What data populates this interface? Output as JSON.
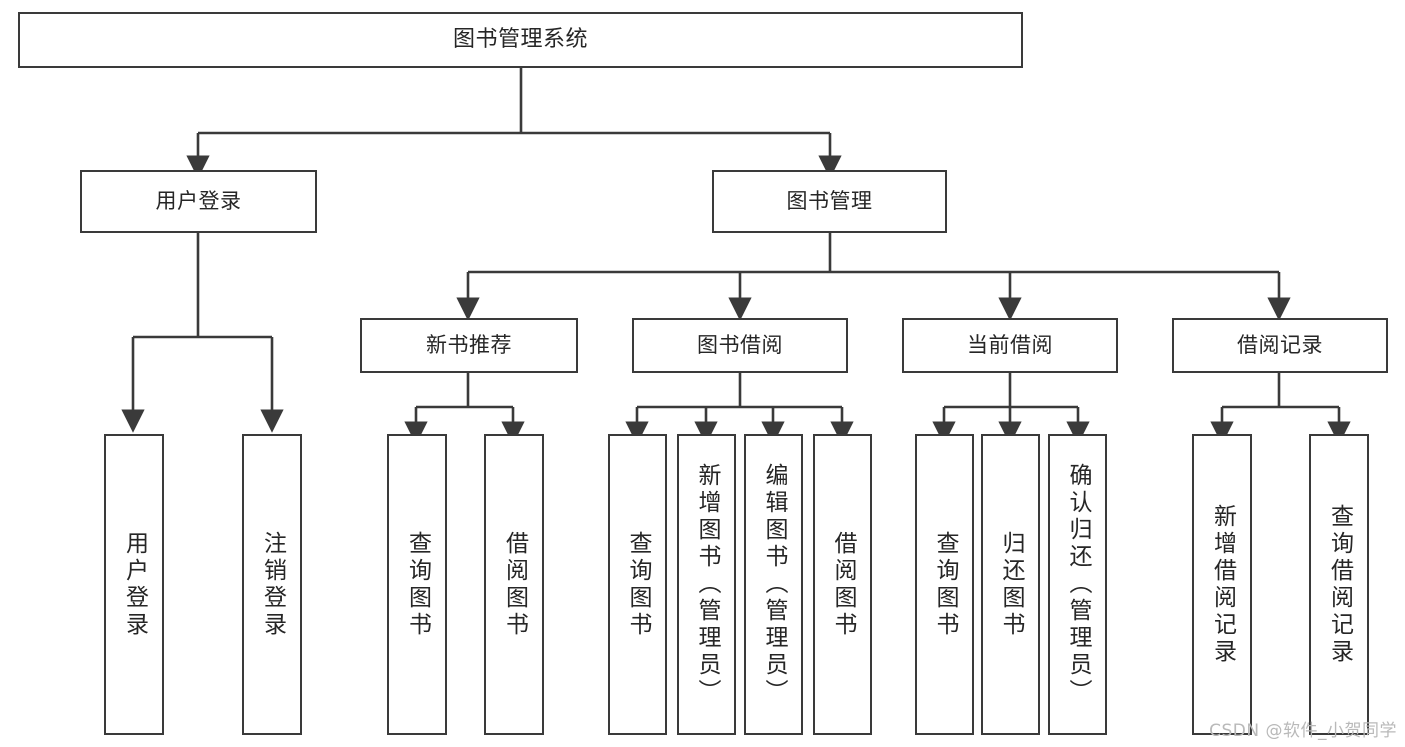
{
  "title": "图书管理系统",
  "diagram": {
    "type": "tree",
    "orientation": "top-down",
    "line_color": "#3a3a3a",
    "box_fill": "#ffffff",
    "text_color": "#262626",
    "root": {
      "label": "图书管理系统",
      "children": [
        {
          "label": "用户登录",
          "children": [
            {
              "label": "用户登录"
            },
            {
              "label": "注销登录"
            }
          ]
        },
        {
          "label": "图书管理",
          "children": [
            {
              "label": "新书推荐",
              "children": [
                {
                  "label": "查询图书"
                },
                {
                  "label": "借阅图书"
                }
              ]
            },
            {
              "label": "图书借阅",
              "children": [
                {
                  "label": "查询图书"
                },
                {
                  "label": "新增图书（管理员）"
                },
                {
                  "label": "编辑图书（管理员）"
                },
                {
                  "label": "借阅图书"
                }
              ]
            },
            {
              "label": "当前借阅",
              "children": [
                {
                  "label": "查询图书"
                },
                {
                  "label": "归还图书"
                },
                {
                  "label": "确认归还（管理员）"
                }
              ]
            },
            {
              "label": "借阅记录",
              "children": [
                {
                  "label": "新增借阅记录"
                },
                {
                  "label": "查询借阅记录"
                }
              ]
            }
          ]
        }
      ]
    }
  },
  "nodes": {
    "root": "图书管理系统",
    "user_login": "用户登录",
    "book_mgmt": "图书管理",
    "new_book_rec": "新书推荐",
    "book_borrow": "图书借阅",
    "current_borrow": "当前借阅",
    "borrow_record": "借阅记录"
  },
  "leaves": {
    "user_login_1": "用户登录",
    "user_login_2": "注销登录",
    "rec_1": "查询图书",
    "rec_2": "借阅图书",
    "borrow_1": "查询图书",
    "borrow_2": "新增图书（管理员）",
    "borrow_3": "编辑图书（管理员）",
    "borrow_4": "借阅图书",
    "cur_1": "查询图书",
    "cur_2": "归还图书",
    "cur_3": "确认归还（管理员）",
    "rcd_1": "新增借阅记录",
    "rcd_2": "查询借阅记录"
  },
  "watermark": "CSDN @软件_小贺同学"
}
